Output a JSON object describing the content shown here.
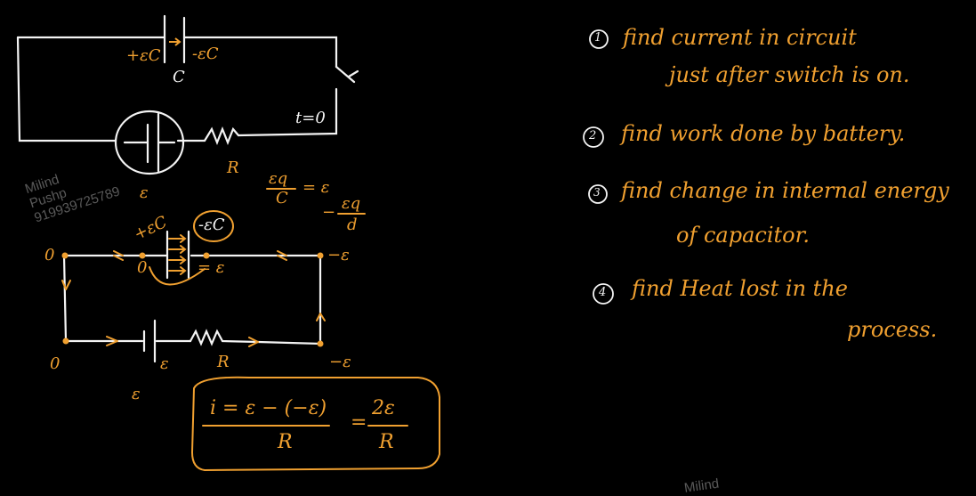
{
  "colors": {
    "ink": "#f4f4f4",
    "accent": "#f0a030",
    "background": "#000000",
    "watermark": "#5a5a5a"
  },
  "watermark": {
    "name_line1": "Milind",
    "name_line2": "Pushp",
    "phone": "919939725789",
    "bottom_fragment": "Milind"
  },
  "circuit1": {
    "cap_plus": "+εC",
    "cap_minus": "-εC",
    "cap_label": "C",
    "switch_label": "t=0",
    "resistor_label": "R",
    "emf_label": "ε"
  },
  "equation1": {
    "lhs_num": "εq",
    "lhs_den": "C",
    "equals": "= ε",
    "rhs_minus": "−",
    "rhs_num": "εq",
    "rhs_den": "d"
  },
  "circuit2": {
    "cap_plus": "+εC",
    "cap_minus": "-εC",
    "node_left_top": "0",
    "node_mid_top": "0",
    "node_mid_top_right": "= ε",
    "node_right_top": "−ε",
    "node_left_bottom": "0",
    "node_battery_right": "ε",
    "node_resistor": "R",
    "node_right_bottom": "−ε",
    "emf_label": "ε"
  },
  "current_equation": {
    "text_num": "i = ε − (−ε)",
    "text_den": "R",
    "equals": "=",
    "result_num": "2ε",
    "result_den": "R"
  },
  "questions": [
    {
      "number": "1",
      "line1": "find current in circuit",
      "line2": "just after switch is on."
    },
    {
      "number": "2",
      "line1": "find work done by battery.",
      "line2": ""
    },
    {
      "number": "3",
      "line1": "find change in internal energy",
      "line2": "of capacitor."
    },
    {
      "number": "4",
      "line1": "find Heat lost in the",
      "line2": "process."
    }
  ]
}
